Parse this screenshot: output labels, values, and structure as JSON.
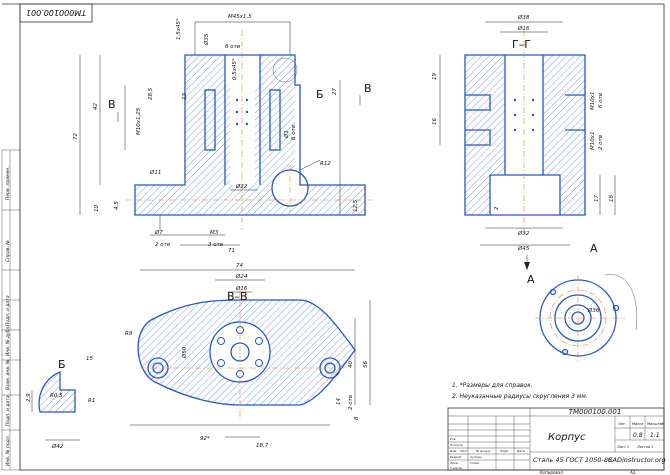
{
  "drawing": {
    "stamp_top": "ТМ000100.001",
    "designation": "ТМ000100.001",
    "part_name": "Корпус",
    "material": "Сталь 45 ГОСТ 1050-88",
    "website": "CADinstructor.org",
    "mass": "0.8",
    "scale": "1:1",
    "sheet_label": "Лист 1",
    "sheets_label": "Листов 1",
    "copied": "Копировал",
    "format": "A3"
  },
  "title_block_headers": {
    "lit": "Лит.",
    "mass": "Масса",
    "scale": "Масштаб",
    "izm": "Изм.",
    "list": "Лист",
    "doc": "№ докум.",
    "sign": "Подп.",
    "date": "Дата",
    "razrab": "Разраб.",
    "prov": "Пров.",
    "tkontr": "Т.контр.",
    "nkontr": "Н.контр.",
    "utv": "Утв."
  },
  "title_block_people": {
    "razrab_name": "Чуприн",
    "prov_name": "Голов"
  },
  "notes": [
    "1. *Размеры для справок.",
    "2. Неуказанные радиусы скругления 3 мм."
  ],
  "section_labels": {
    "gg": "Г–Г",
    "vv": "В–В",
    "b_upper": "Б",
    "b_detail": "Б",
    "v_left": "В",
    "v_right": "В",
    "a_arrow": "А",
    "a_view": "А"
  },
  "side_labels": [
    "Перв. примен.",
    "Справ. №",
    "Подп. и дата",
    "Инв. № дубл.",
    "Взам. инв. №",
    "Подп. и дата",
    "Инв. № подл."
  ],
  "dimensions": {
    "m45": "M45x1,5",
    "d35": "Ø35",
    "six_holes_top": "6 отв",
    "chamfer_1": "1,5x45°",
    "chamfer_2": "0,5x45°",
    "d42": "42",
    "d72": "72",
    "d285": "28,5",
    "m10": "M10x1,25",
    "d27": "27",
    "r12": "R12",
    "d11": "Ø11",
    "d22": "Ø22",
    "d1": "Ø1",
    "d6_holes": "6 отв",
    "d7": "Ø7",
    "two_holes": "2 отв",
    "m3": "M3",
    "three_holes": "3 отв",
    "d71": "71",
    "d10": "10",
    "d45": "4,5",
    "d125": "12,5",
    "d13": "13",
    "d38": "Ø38",
    "d16": "Ø16",
    "d19": "19",
    "d16b": "16",
    "m10b": "M10x1",
    "six_holes_r": "6 отв",
    "m10c": "M10x1",
    "two_holes_r": "2 отв",
    "d17": "17",
    "d18": "18",
    "d2": "2",
    "d32": "Ø32",
    "dphi45": "Ø45",
    "d74": "74",
    "d24": "Ø24",
    "d16c": "Ø16",
    "r9": "R9",
    "d50": "Ø50",
    "d40": "40",
    "d56": "56",
    "two_holes_b": "2 отв",
    "d14": "14",
    "d92": "92*",
    "d187": "18,7",
    "d8": "8",
    "r05": "R0,5",
    "r1": "R1",
    "d42b": "Ø42",
    "d29": "2,9",
    "d15": "15",
    "d36": "Ø36"
  }
}
